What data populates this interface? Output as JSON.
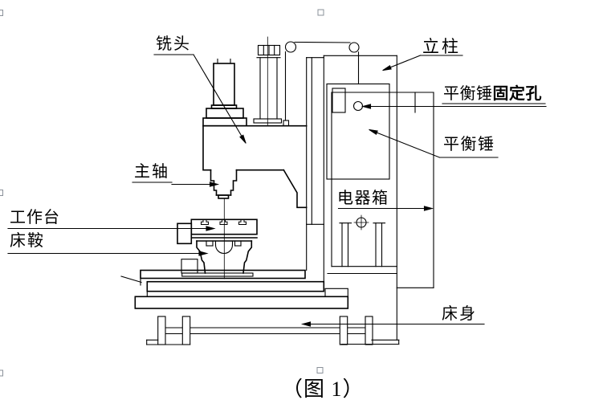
{
  "figure": {
    "caption": "（图 1）",
    "labels": {
      "milling_head": "铣头",
      "spindle": "主轴",
      "worktable": "工作台",
      "saddle": "床鞍",
      "column": "立柱",
      "balance_hole_normal": "平衡锤",
      "balance_hole_bold": "固定孔",
      "balance_weight": "平衡锤",
      "electrical_box": "电器箱",
      "machine_bed": "床身"
    },
    "colors": {
      "line": "#000000",
      "background": "#ffffff",
      "selection_handle": "#8a9099"
    }
  }
}
